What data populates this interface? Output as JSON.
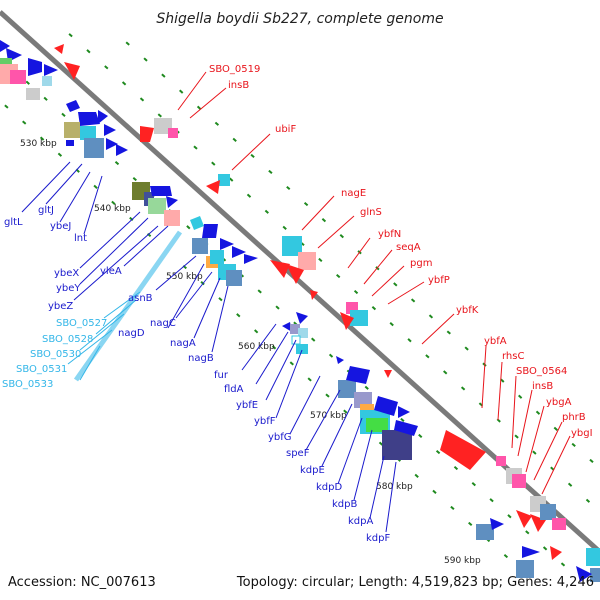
{
  "title": "Shigella boydii Sb227, complete genome",
  "footer": {
    "accession": "Accession: NC_007613",
    "info": "Topology: circular; Length: 4,519,823 bp; Genes: 4,246"
  },
  "ticks": [
    "530 kbp",
    "540 kbp",
    "550 kbp",
    "560 kbp",
    "570 kbp",
    "580 kbp",
    "590 kbp"
  ],
  "colors": {
    "forward_labels": "#e8141b",
    "reverse_labels": "#1a1acc",
    "rna_labels": "#33b6e8",
    "backbone": "#7a7a7a",
    "tick_marks": "#1f8a1f"
  },
  "forward_genes": [
    "SBO_0519",
    "insB",
    "ubiF",
    "nagE",
    "glnS",
    "ybfN",
    "seqA",
    "pgm",
    "ybfP",
    "ybfK",
    "ybfA",
    "rhsC",
    "SBO_0564",
    "insB",
    "ybgA",
    "phrB",
    "ybgI"
  ],
  "reverse_genes": [
    "gltL",
    "gltJ",
    "ybeJ",
    "lnt",
    "ybeX",
    "ybeY",
    "ybeZ",
    "yleA",
    "asnB",
    "nagD",
    "nagC",
    "nagA",
    "nagB",
    "fur",
    "fldA",
    "ybfE",
    "ybfF",
    "ybfG",
    "speF",
    "kdpE",
    "kdpD",
    "kdpB",
    "kdpA",
    "kdpF"
  ],
  "rna_genes": [
    "SBO_0527",
    "SBO_0528",
    "SBO_0530",
    "SBO_0531",
    "SBO_0533"
  ]
}
